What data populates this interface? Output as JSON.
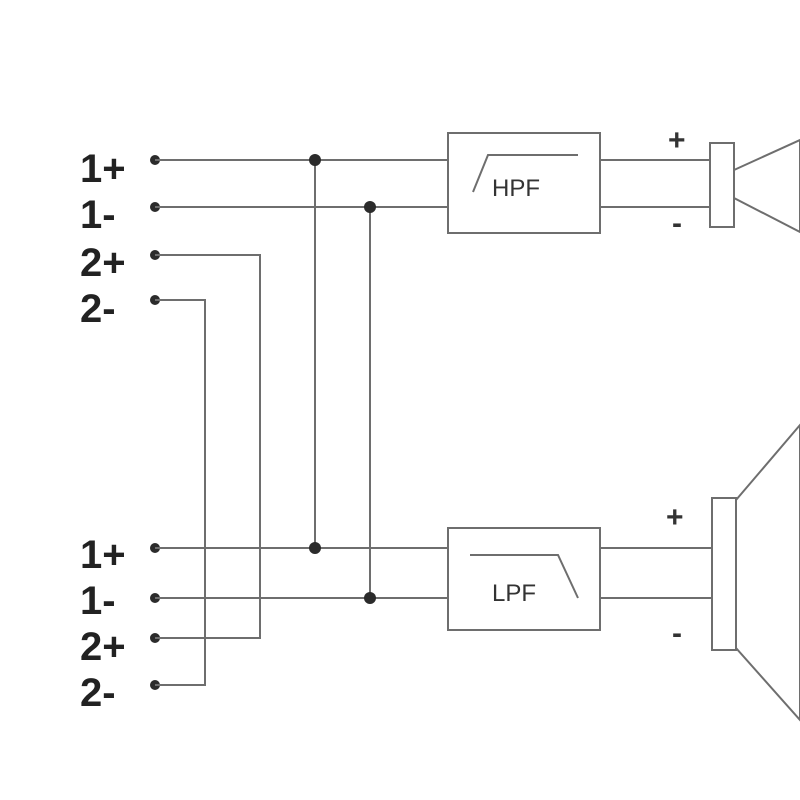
{
  "top_terminals": [
    "1+",
    "1-",
    "2+",
    "2-"
  ],
  "bottom_terminals": [
    "1+",
    "1-",
    "2+",
    "2-"
  ],
  "filters": {
    "high_pass": "HPF",
    "low_pass": "LPF"
  },
  "tweeter": {
    "plus": "+",
    "minus": "-"
  },
  "woofer": {
    "plus": "+",
    "minus": "-"
  },
  "colors": {
    "line": "#6e6e6e",
    "text": "#222222"
  }
}
